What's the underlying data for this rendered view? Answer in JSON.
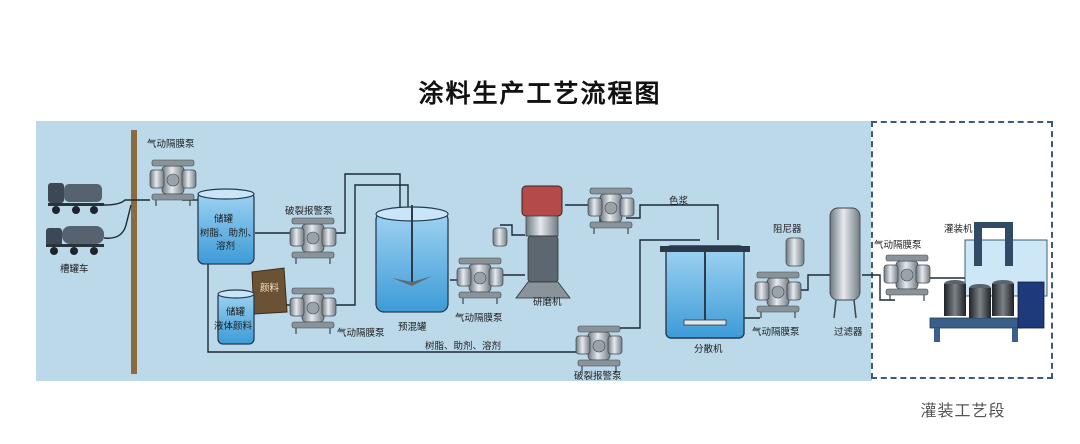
{
  "title": "涂料生产工艺流程图",
  "filling_section_caption": "灌装工艺段",
  "labels": {
    "pump_top": "气动隔膜泵",
    "tanker": "槽罐车",
    "storage_tank_1_name": "储罐",
    "storage_tank_1_content": "树脂、助剂、",
    "storage_tank_1_content2": "溶剂",
    "pigment_bag": "颜料",
    "storage_tank_2_name": "储罐",
    "storage_tank_2_content": "液体颜料",
    "burst_alarm_1": "破裂报警泵",
    "pump_lower": "气动隔膜泵",
    "premix_tank": "预混罐",
    "pump_premix": "气动隔膜泵",
    "grinder": "研磨机",
    "color_paste": "色浆",
    "pipe_bottom": "树脂、助剂、溶剂",
    "burst_alarm_2": "破裂报警泵",
    "disperser": "分散机",
    "damper": "阻尼器",
    "pump_disperser": "气动隔膜泵",
    "filter": "过滤器",
    "pump_filling": "气动隔膜泵",
    "filling_machine": "灌装机"
  }
}
